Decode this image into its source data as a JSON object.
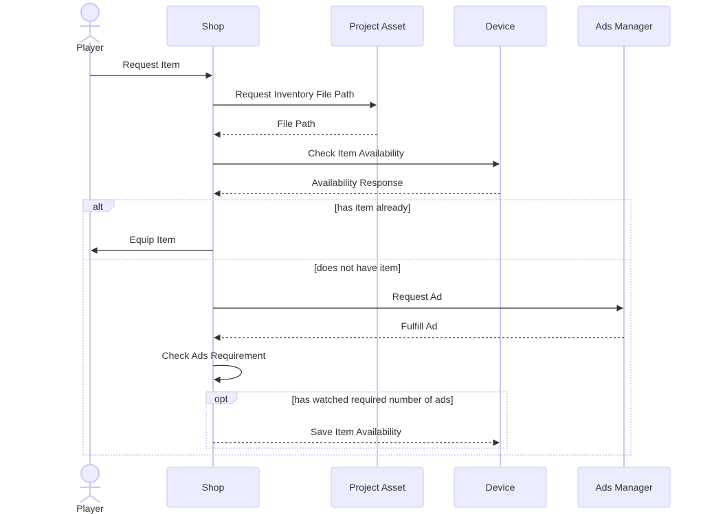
{
  "participants": [
    {
      "id": "player",
      "label": "Player",
      "kind": "actor"
    },
    {
      "id": "shop",
      "label": "Shop",
      "kind": "box"
    },
    {
      "id": "asset",
      "label": "Project Asset",
      "kind": "box"
    },
    {
      "id": "device",
      "label": "Device",
      "kind": "box"
    },
    {
      "id": "ads",
      "label": "Ads Manager",
      "kind": "box"
    }
  ],
  "messages": [
    {
      "from": "player",
      "to": "shop",
      "label": "Request Item",
      "style": "solid"
    },
    {
      "from": "shop",
      "to": "asset",
      "label": "Request Inventory File Path",
      "style": "solid"
    },
    {
      "from": "asset",
      "to": "shop",
      "label": "File Path",
      "style": "dashed"
    },
    {
      "from": "shop",
      "to": "device",
      "label": "Check Item Availability",
      "style": "solid"
    },
    {
      "from": "device",
      "to": "shop",
      "label": "Availability Response",
      "style": "dashed"
    },
    {
      "from": "shop",
      "to": "player",
      "label": "Equip Item",
      "style": "solid"
    },
    {
      "from": "shop",
      "to": "ads",
      "label": "Request Ad",
      "style": "solid"
    },
    {
      "from": "ads",
      "to": "shop",
      "label": "Fulfill Ad",
      "style": "dashed"
    },
    {
      "from": "shop",
      "to": "shop",
      "label": "Check Ads Requirement",
      "style": "self"
    },
    {
      "from": "shop",
      "to": "device",
      "label": "Save Item Availability",
      "style": "dashed"
    }
  ],
  "fragments": [
    {
      "type": "alt",
      "conditions": [
        "[has item already]",
        "[does not have item]"
      ]
    },
    {
      "type": "opt",
      "conditions": [
        "[has watched required number of ads]"
      ]
    }
  ]
}
